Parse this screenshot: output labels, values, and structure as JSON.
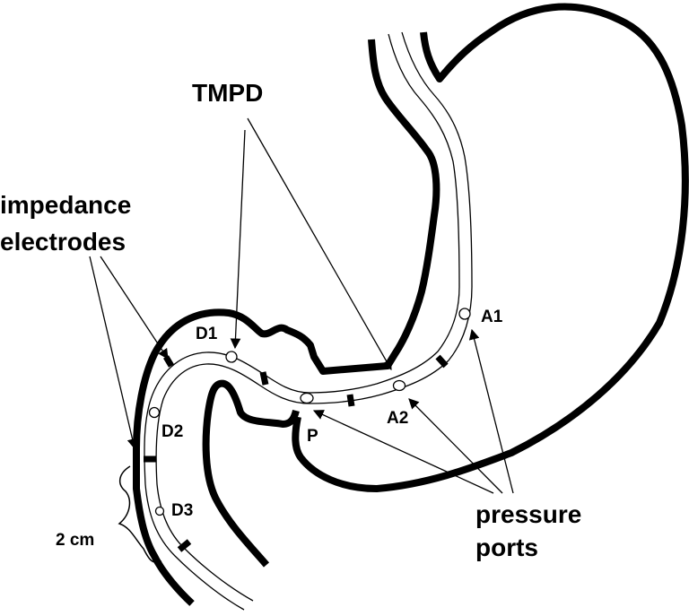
{
  "figure": {
    "title": "Stomach and duodenum with catheter: impedance electrodes and pressure ports",
    "labels": {
      "tmpd": "TMPD",
      "impedance_line1": "impedance",
      "impedance_line2": "electrodes",
      "pressure_line1": "pressure",
      "pressure_line2": "ports",
      "scale": "2 cm"
    },
    "ports": [
      {
        "id": "A1",
        "label": "A1"
      },
      {
        "id": "A2",
        "label": "A2"
      },
      {
        "id": "P",
        "label": "P"
      },
      {
        "id": "D1",
        "label": "D1"
      },
      {
        "id": "D2",
        "label": "D2"
      },
      {
        "id": "D3",
        "label": "D3"
      }
    ],
    "colors": {
      "stroke": "#000000",
      "background": "#ffffff"
    }
  }
}
